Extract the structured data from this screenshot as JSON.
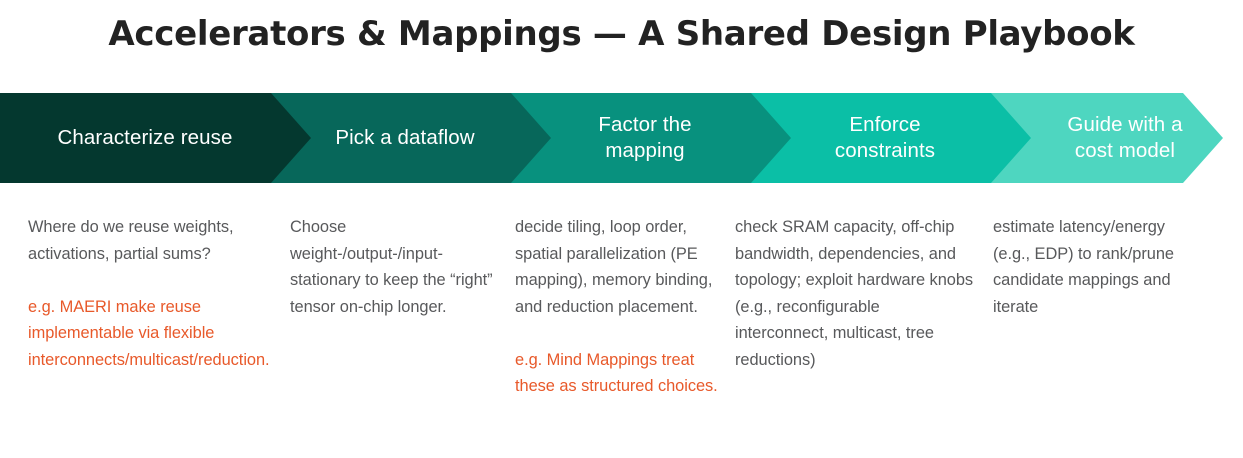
{
  "slide": {
    "title": "Accelerators & Mappings — A Shared Design Playbook",
    "background_color": "#ffffff",
    "title_color": "#222222",
    "body_text_color": "#58595b",
    "accent_color": "#e8592a"
  },
  "banner": {
    "type": "chevron-process-flow",
    "steps": [
      {
        "label_line1": "Characterize reuse",
        "label_line2": "",
        "color": "#04382f"
      },
      {
        "label_line1": "Pick a dataflow",
        "label_line2": "",
        "color": "#07675a"
      },
      {
        "label_line1": "Factor the",
        "label_line2": "mapping",
        "color": "#08917e"
      },
      {
        "label_line1": "Enforce",
        "label_line2": "constraints",
        "color": "#0bbfa6"
      },
      {
        "label_line1": "Guide with a",
        "label_line2": "cost model",
        "color": "#4ed6c0"
      }
    ]
  },
  "columns": [
    {
      "body": "Where do we reuse weights, activations, partial sums?",
      "accent": "e.g. MAERI make reuse implementable via flexible interconnects/multicast/reduction."
    },
    {
      "body": "Choose weight-/output-/input-stationary to keep the “right” tensor on-chip longer.",
      "accent": ""
    },
    {
      "body": "decide tiling, loop order, spatial parallelization (PE mapping), memory binding, and reduction placement.",
      "accent": "e.g. Mind Mappings treat these as structured choices."
    },
    {
      "body": "check SRAM capacity, off-chip bandwidth, dependencies, and topology; exploit hardware knobs (e.g., reconfigurable interconnect, multicast, tree reductions)",
      "accent": ""
    },
    {
      "body": "estimate latency/energy (e.g., EDP) to rank/prune candidate mappings and iterate",
      "accent": ""
    }
  ]
}
